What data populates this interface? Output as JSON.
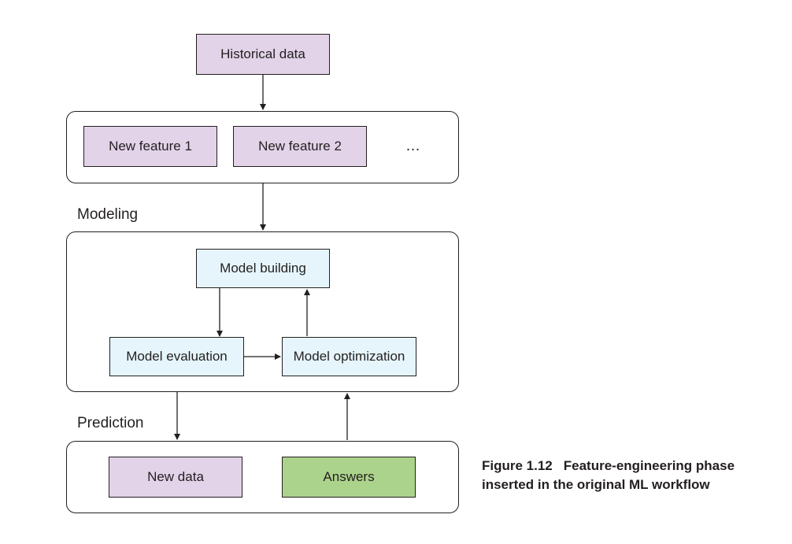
{
  "nodes": {
    "historical_data": "Historical data",
    "new_feature_1": "New feature 1",
    "new_feature_2": "New feature 2",
    "ellipsis": "…",
    "model_building": "Model building",
    "model_evaluation": "Model evaluation",
    "model_optimization": "Model optimization",
    "new_data": "New data",
    "answers": "Answers"
  },
  "sections": {
    "modeling": "Modeling",
    "prediction": "Prediction"
  },
  "caption": {
    "figure_number": "Figure 1.12",
    "text": "Feature-engineering phase inserted in the original ML workflow"
  },
  "colors": {
    "data_fill": "#e2d3e9",
    "model_fill": "#e5f5fb",
    "answers_fill": "#acd38b",
    "stroke": "#231f20"
  }
}
